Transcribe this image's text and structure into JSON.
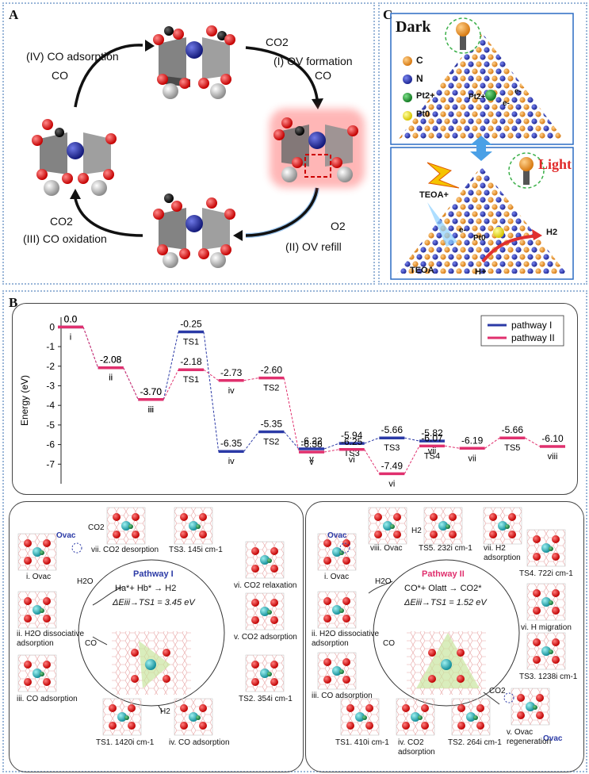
{
  "panel_a": {
    "label": "A",
    "steps": {
      "iv": "(IV) CO adsorption",
      "i": "(I) OV formation",
      "ii": "(II) OV refill",
      "iii": "(III) CO oxidation"
    },
    "species": {
      "co2_top": "CO2",
      "co_top_left": "CO",
      "co_top_right": "CO",
      "o2_right": "O2",
      "co2_left": "CO2"
    }
  },
  "panel_c": {
    "label": "C",
    "dark": "Dark",
    "light": "Light",
    "legend": [
      "C",
      "N",
      "Pt2+",
      "Pt0"
    ],
    "labels": {
      "pt2": "Pt2+",
      "e1": "e-",
      "e2": "e-",
      "teoa_plus": "TEOA+",
      "teoa": "TEOA",
      "h_plus": "H+",
      "h2": "H2",
      "pt0": "Pt0",
      "e3": "e-"
    }
  },
  "panel_b": {
    "label": "B",
    "chart_data": {
      "type": "line",
      "ylabel": "Energy (eV)",
      "ylim": [
        -8,
        0.5
      ],
      "yticks": [
        0,
        -1,
        -2,
        -3,
        -4,
        -5,
        -6,
        -7
      ],
      "legend_position": "top-right",
      "colors": {
        "pathway I": "#2b3aa6",
        "pathway II": "#e0306e"
      },
      "series": [
        {
          "name": "pathway I",
          "points": [
            {
              "x": 0,
              "y": 0.0,
              "state": "i"
            },
            {
              "x": 1,
              "y": -2.08,
              "state": "ii"
            },
            {
              "x": 2,
              "y": -3.7,
              "state": "iii"
            },
            {
              "x": 3,
              "y": -0.25,
              "state": "TS1"
            },
            {
              "x": 4,
              "y": -6.35,
              "state": "iv"
            },
            {
              "x": 5,
              "y": -5.35,
              "state": "TS2"
            },
            {
              "x": 6,
              "y": -6.22,
              "state": "v"
            },
            {
              "x": 7,
              "y": -5.94,
              "state": "TS3"
            },
            {
              "x": 8,
              "y": -5.66,
              "state": "TS3"
            },
            {
              "x": 9,
              "y": -5.82,
              "state": "vii"
            }
          ]
        },
        {
          "name": "pathway II",
          "points": [
            {
              "x": 0,
              "y": 0.0,
              "state": "i"
            },
            {
              "x": 1,
              "y": -2.08,
              "state": "ii"
            },
            {
              "x": 2,
              "y": -3.7,
              "state": "iii"
            },
            {
              "x": 3,
              "y": -2.18,
              "state": "TS1"
            },
            {
              "x": 4,
              "y": -2.73,
              "state": "iv"
            },
            {
              "x": 5,
              "y": -2.6,
              "state": "TS2"
            },
            {
              "x": 6,
              "y": -6.38,
              "state": "v"
            },
            {
              "x": 7,
              "y": -6.25,
              "state": "vi"
            },
            {
              "x": 8,
              "y": -7.49,
              "state": "vi"
            },
            {
              "x": 9,
              "y": -6.07,
              "state": "TS4"
            },
            {
              "x": 10,
              "y": -6.19,
              "state": "vii"
            },
            {
              "x": 11,
              "y": -5.66,
              "state": "TS5"
            },
            {
              "x": 12,
              "y": -6.1,
              "state": "viii"
            }
          ]
        }
      ]
    },
    "pathway1": {
      "title": "Pathway I",
      "equation": "Ha*+ Hb* → H2",
      "barrier": "ΔEiii→TS1 = 3.45 eV",
      "ovac": "Ovac",
      "species_co2": "CO2",
      "species_h2o": "H2O",
      "species_co": "CO",
      "species_h2": "H2",
      "states": {
        "s_i": "i. Ovac",
        "s_ii": "ii. H2O dissociative adsorption",
        "s_iii": "iii. CO adsorption",
        "s_ts1": "TS1. 1420i cm-1",
        "s_iv": "iv. CO adsorption",
        "s_ts2": "TS2. 354i cm-1",
        "s_v": "v. CO2 adsorption",
        "s_vi": "vi. CO2 relaxation",
        "s_ts3": "TS3. 145i cm-1",
        "s_vii": "vii. CO2 desorption"
      }
    },
    "pathway2": {
      "title": "Pathway II",
      "equation": "CO*+ Olatt → CO2*",
      "barrier": "ΔEiii→TS1 = 1.52 eV",
      "ovac": "Ovac",
      "ovac2": "Ovac",
      "species_h2o": "H2O",
      "species_co": "CO",
      "species_h2": "H2",
      "species_co2": "CO2",
      "states": {
        "s_i": "i. Ovac",
        "s_ii": "ii. H2O dissociative adsorption",
        "s_iii": "iii. CO adsorption",
        "s_ts1": "TS1. 410i cm-1",
        "s_iv": "iv. CO2 adsorption",
        "s_ts2": "TS2. 264i cm-1",
        "s_v": "v. Ovac regeneration",
        "s_ts3": "TS3. 1238i cm-1",
        "s_vi": "vi. H migration",
        "s_ts4": "TS4. 722i cm-1",
        "s_vii": "vii. H2 adsorption",
        "s_ts5": "TS5. 232i cm-1",
        "s_viii": "viii. Ovac"
      }
    }
  }
}
